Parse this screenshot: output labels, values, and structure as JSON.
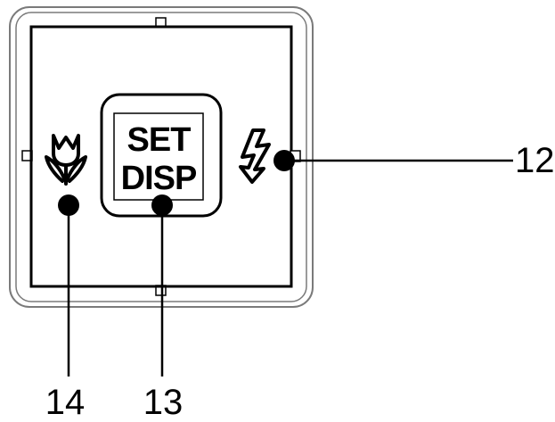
{
  "center_button": {
    "line1": "SET",
    "line2": "DISP"
  },
  "callouts": {
    "flash": "12",
    "set_disp": "13",
    "macro": "14"
  },
  "icons": {
    "left": "macro-flower-icon",
    "right": "flash-lightning-icon"
  },
  "colors": {
    "line": "#000000",
    "outer_frame": "#7a7a7a",
    "background": "#ffffff"
  }
}
